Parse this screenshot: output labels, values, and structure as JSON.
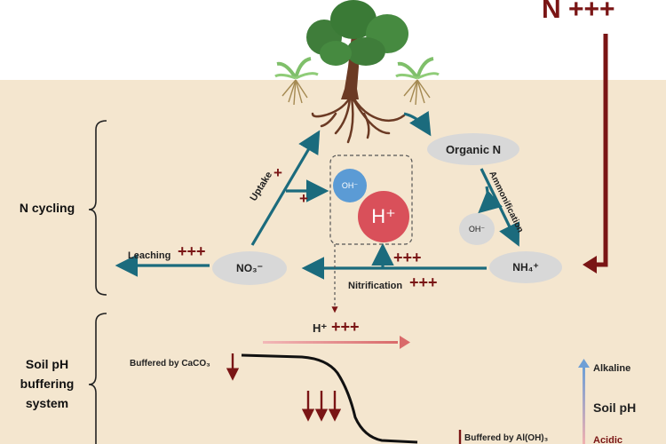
{
  "header": {
    "n_input": "N +++"
  },
  "sections": {
    "n_cycling": "N cycling",
    "soil_ph_line1": "Soil pH",
    "soil_ph_line2": "buffering",
    "soil_ph_line3": "system"
  },
  "nodes": {
    "organic_n": "Organic N",
    "nh4": "NH₄⁺",
    "no3": "NO₃⁻",
    "oh_small": "OH⁻",
    "oh_right": "OH⁻",
    "h_plus": "H⁺"
  },
  "process_labels": {
    "uptake": "Uptake",
    "ammonification": "Ammonification",
    "nitrification": "Nitrification",
    "leaching": "Leaching"
  },
  "marks": {
    "leaching_plus": "+++",
    "nitrification_plus": "+++",
    "h_arrow_plus": "+++",
    "uptake_plus": "+",
    "oh_plus": "+"
  },
  "buffering": {
    "h_flow_label": "H⁺",
    "h_flow_plus": "+++",
    "caco3_label": "Buffered by CaCO₃",
    "aloh_label": "Buffered by Al(OH)₃"
  },
  "ph_scale": {
    "alkaline": "Alkaline",
    "soil_ph": "Soil pH",
    "acidic": "Acidic"
  },
  "colors": {
    "teal_arrow": "#1b6b7d",
    "dark_red": "#7a1515",
    "soil": "#f4e6cf",
    "h_circle": "#d9505a",
    "oh_circle": "#5b9bd5",
    "node_gray": "#d8d8d8"
  }
}
